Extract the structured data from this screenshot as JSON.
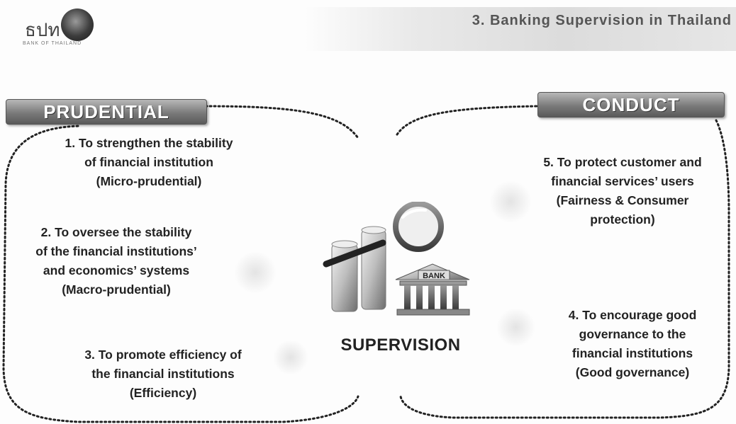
{
  "header": {
    "title": "3. Banking Supervision in Thailand",
    "logo_glyph": "ธปท",
    "logo_caption": "BANK OF THAILAND"
  },
  "prudential": {
    "label": "PRUDENTIAL",
    "items": [
      {
        "lines": [
          "1. To strengthen the stability",
          "of financial institution",
          "(Micro-prudential)"
        ]
      },
      {
        "lines": [
          "2. To oversee the stability",
          "of the financial institutions’",
          "and economics’ systems",
          "(Macro-prudential)"
        ]
      },
      {
        "lines": [
          "3. To promote efficiency of",
          "the financial institutions",
          "(Efficiency)"
        ]
      }
    ]
  },
  "conduct": {
    "label": "CONDUCT",
    "items": [
      {
        "lines": [
          "5. To protect customer and",
          "financial services’ users",
          "(Fairness & Consumer",
          "protection)"
        ]
      },
      {
        "lines": [
          "4. To encourage good",
          "governance to the",
          "financial institutions",
          "(Good governance)"
        ]
      }
    ]
  },
  "center": {
    "label": "SUPERVISION",
    "bank_sign": "BANK",
    "icon": "magnifier-bank-icon"
  }
}
